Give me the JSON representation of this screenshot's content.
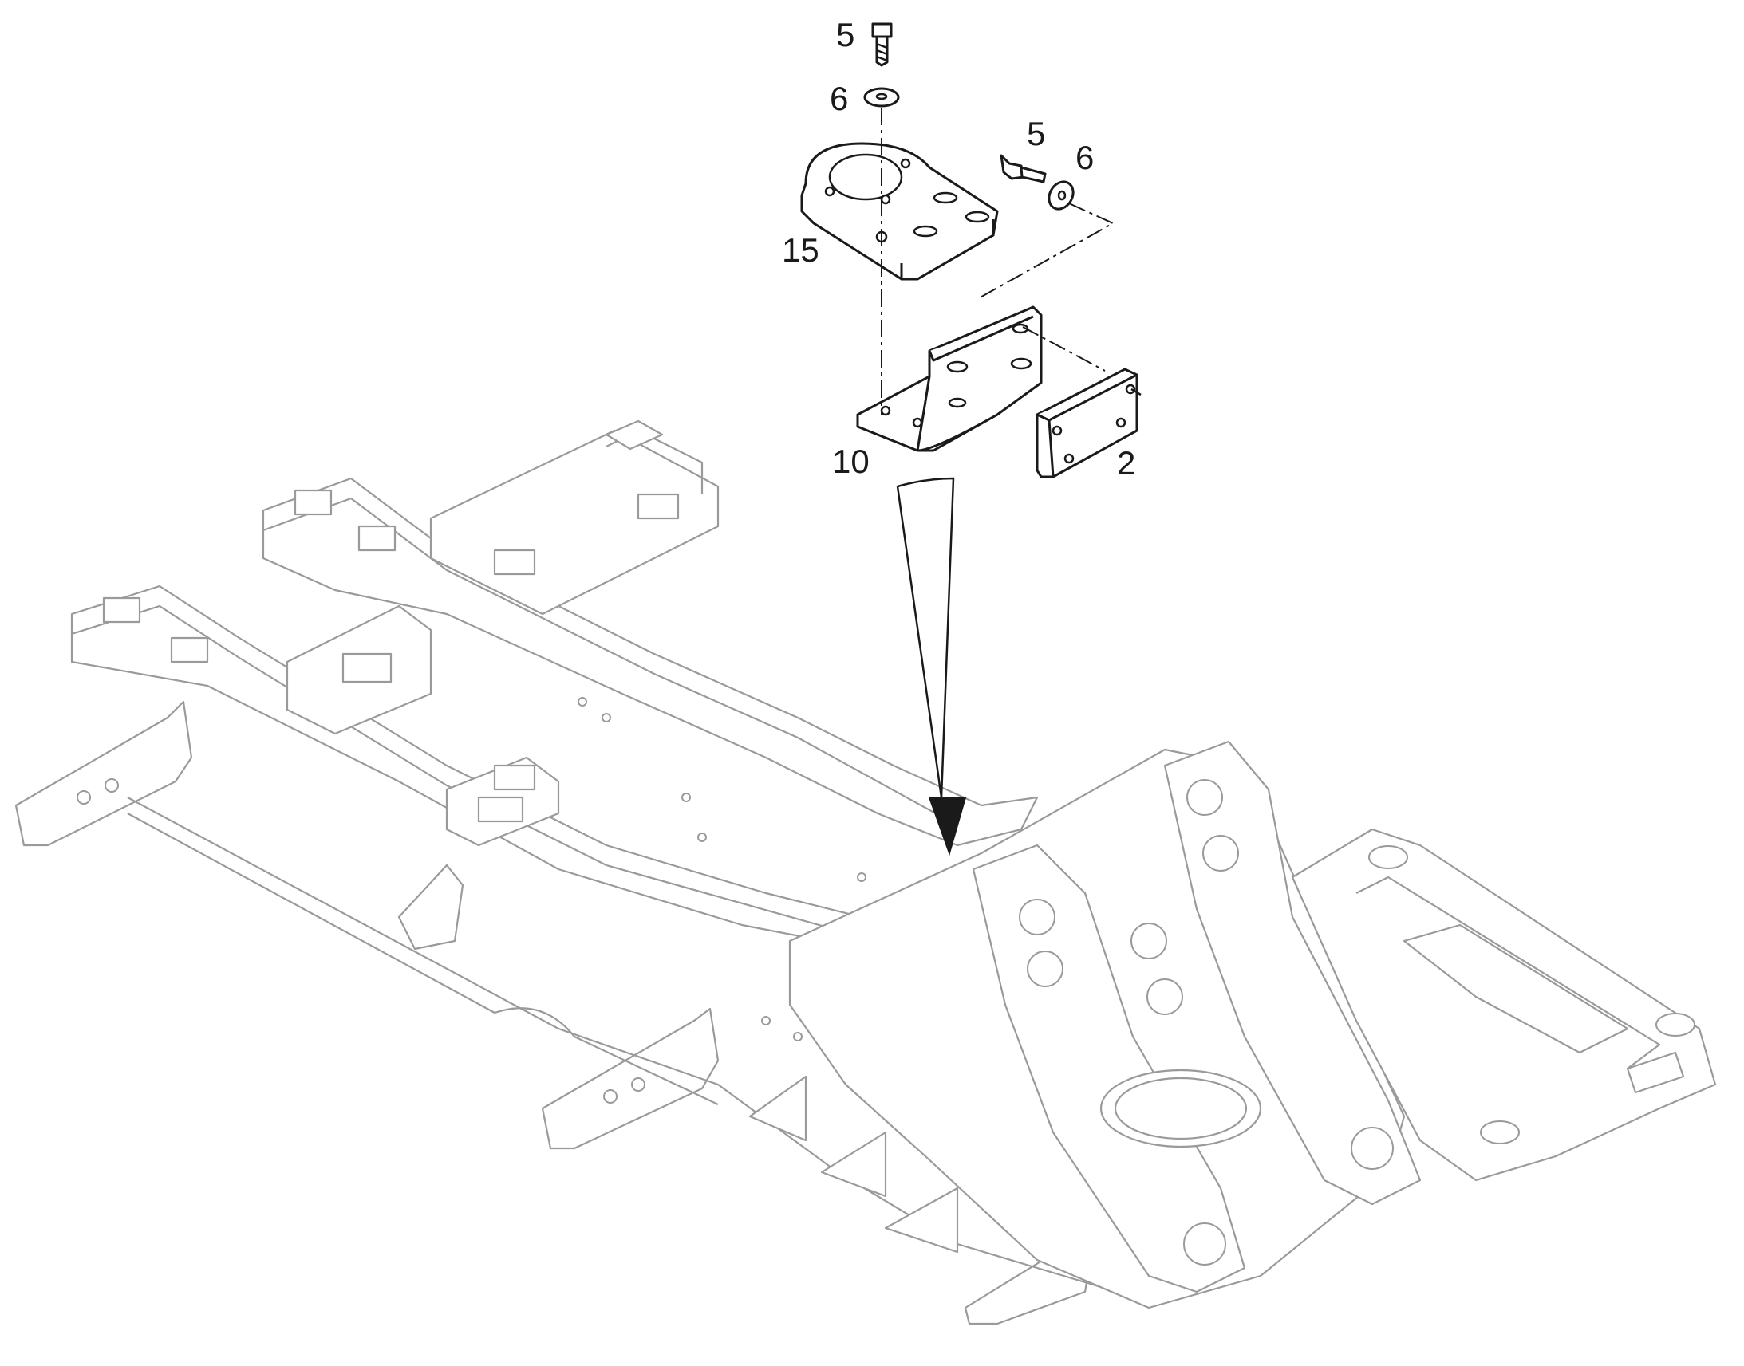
{
  "callouts": {
    "bolt_top": "5",
    "washer_top": "6",
    "bolt_side": "5",
    "washer_side": "6",
    "bracket_plate": "15",
    "angle_bracket": "10",
    "spacer_plate": "2"
  }
}
